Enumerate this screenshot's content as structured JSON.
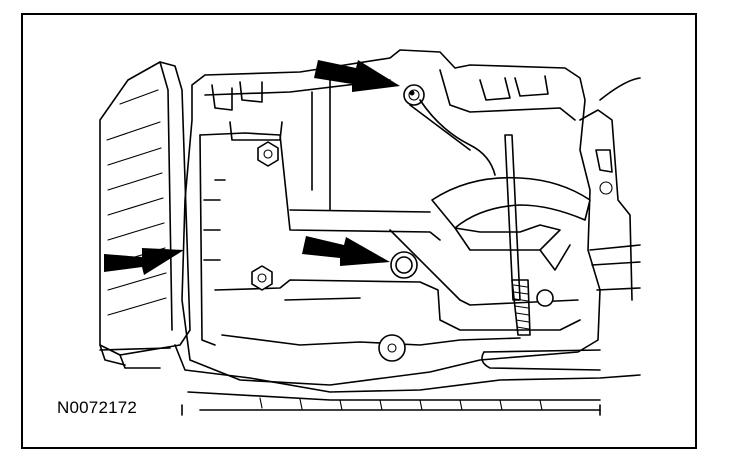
{
  "figure": {
    "code": "N0072172",
    "arrows": [
      {
        "name": "arrow-upper-nut",
        "points_to": "upper-nut-icon"
      },
      {
        "name": "arrow-center-bolt",
        "points_to": "center-bolt-icon"
      },
      {
        "name": "arrow-left-edge",
        "points_to": "housing-left-edge"
      }
    ],
    "colors": {
      "line": "#000000",
      "background": "#ffffff"
    }
  }
}
